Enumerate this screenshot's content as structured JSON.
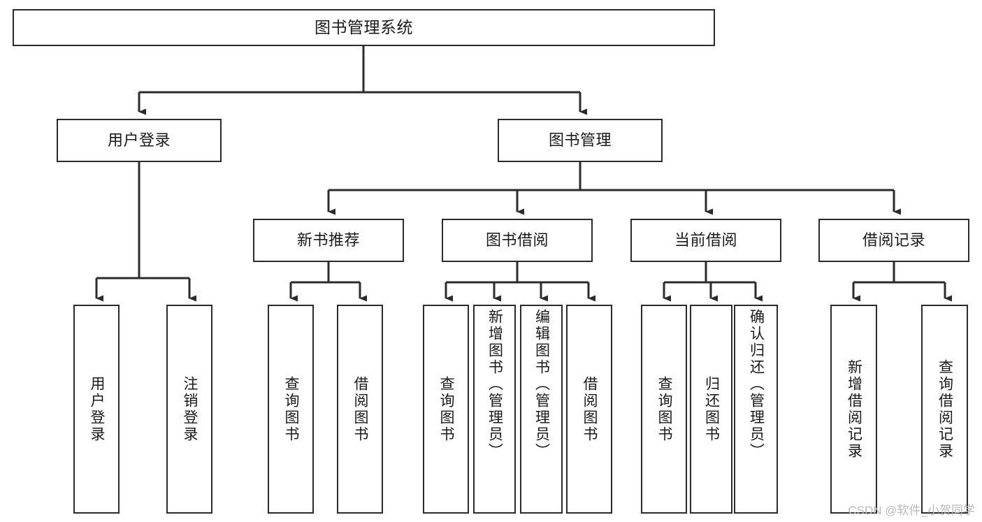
{
  "diagram": {
    "title": "图书管理系统",
    "type": "tree-hierarchy-diagram",
    "colors": {
      "box_border": "#2b2b2b",
      "box_fill": "#ffffff",
      "connector": "#2b2b2b",
      "text": "#1a1a1a",
      "watermark": "#b9b9b9",
      "background": "#ffffff"
    },
    "root": {
      "label": "图书管理系统"
    },
    "level2": [
      {
        "label": "用户登录"
      },
      {
        "label": "图书管理"
      }
    ],
    "level3": [
      {
        "label": "新书推荐"
      },
      {
        "label": "图书借阅"
      },
      {
        "label": "当前借阅"
      },
      {
        "label": "借阅记录"
      }
    ],
    "leaves": {
      "user_login": [
        {
          "label": "用户登录"
        },
        {
          "label": "注销登录"
        }
      ],
      "new_book_recommend": [
        {
          "label": "查询图书"
        },
        {
          "label": "借阅图书"
        }
      ],
      "book_borrow": [
        {
          "label": "查询图书"
        },
        {
          "label": "新增图书（管理员）"
        },
        {
          "label": "编辑图书（管理员）"
        },
        {
          "label": "借阅图书"
        }
      ],
      "current_borrow": [
        {
          "label": "查询图书"
        },
        {
          "label": "归还图书"
        },
        {
          "label": "确认归还（管理员）"
        }
      ],
      "borrow_record": [
        {
          "label": "新增借阅记录"
        },
        {
          "label": "查询借阅记录"
        }
      ]
    },
    "watermark": "CSDN @软件_小贺同学"
  }
}
